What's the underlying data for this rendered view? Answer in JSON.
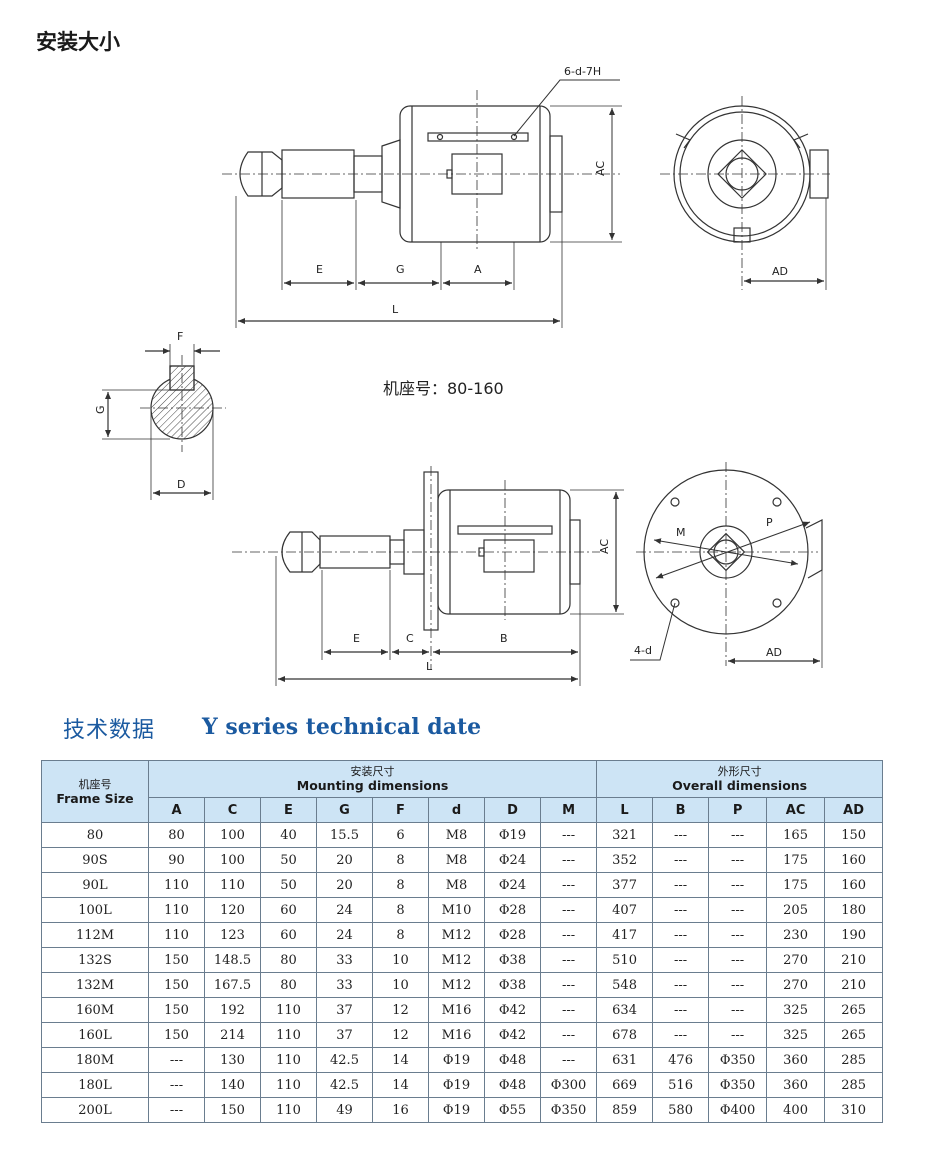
{
  "section_title": "安装大小",
  "drawing_labels": {
    "hole_spec": "6-d-7H",
    "ac": "AC",
    "ad": "AD",
    "e": "E",
    "g": "G",
    "a": "A",
    "l": "L",
    "f": "F",
    "d": "D",
    "frame_note": "机座号：80-160",
    "c": "C",
    "b": "B",
    "m": "M",
    "p": "P",
    "four_d": "4-d"
  },
  "subtitle_zh": "技术数据",
  "subtitle_en": "Y series technical date",
  "table": {
    "frame_size_zh": "机座号",
    "frame_size_en": "Frame Size",
    "mounting_zh": "安装尺寸",
    "mounting_en": "Mounting dimensions",
    "overall_zh": "外形尺寸",
    "overall_en": "Overall dimensions",
    "columns": [
      "A",
      "C",
      "E",
      "G",
      "F",
      "d",
      "D",
      "M",
      "L",
      "B",
      "P",
      "AC",
      "AD"
    ],
    "rows": [
      [
        "80",
        "80",
        "100",
        "40",
        "15.5",
        "6",
        "M8",
        "Φ19",
        "---",
        "321",
        "---",
        "---",
        "165",
        "150"
      ],
      [
        "90S",
        "90",
        "100",
        "50",
        "20",
        "8",
        "M8",
        "Φ24",
        "---",
        "352",
        "---",
        "---",
        "175",
        "160"
      ],
      [
        "90L",
        "110",
        "110",
        "50",
        "20",
        "8",
        "M8",
        "Φ24",
        "---",
        "377",
        "---",
        "---",
        "175",
        "160"
      ],
      [
        "100L",
        "110",
        "120",
        "60",
        "24",
        "8",
        "M10",
        "Φ28",
        "---",
        "407",
        "---",
        "---",
        "205",
        "180"
      ],
      [
        "112M",
        "110",
        "123",
        "60",
        "24",
        "8",
        "M12",
        "Φ28",
        "---",
        "417",
        "---",
        "---",
        "230",
        "190"
      ],
      [
        "132S",
        "150",
        "148.5",
        "80",
        "33",
        "10",
        "M12",
        "Φ38",
        "---",
        "510",
        "---",
        "---",
        "270",
        "210"
      ],
      [
        "132M",
        "150",
        "167.5",
        "80",
        "33",
        "10",
        "M12",
        "Φ38",
        "---",
        "548",
        "---",
        "---",
        "270",
        "210"
      ],
      [
        "160M",
        "150",
        "192",
        "110",
        "37",
        "12",
        "M16",
        "Φ42",
        "---",
        "634",
        "---",
        "---",
        "325",
        "265"
      ],
      [
        "160L",
        "150",
        "214",
        "110",
        "37",
        "12",
        "M16",
        "Φ42",
        "---",
        "678",
        "---",
        "---",
        "325",
        "265"
      ],
      [
        "180M",
        "---",
        "130",
        "110",
        "42.5",
        "14",
        "Φ19",
        "Φ48",
        "---",
        "631",
        "476",
        "Φ350",
        "360",
        "285"
      ],
      [
        "180L",
        "---",
        "140",
        "110",
        "42.5",
        "14",
        "Φ19",
        "Φ48",
        "Φ300",
        "669",
        "516",
        "Φ350",
        "360",
        "285"
      ],
      [
        "200L",
        "---",
        "150",
        "110",
        "49",
        "16",
        "Φ19",
        "Φ55",
        "Φ350",
        "859",
        "580",
        "Φ400",
        "400",
        "310"
      ]
    ]
  }
}
